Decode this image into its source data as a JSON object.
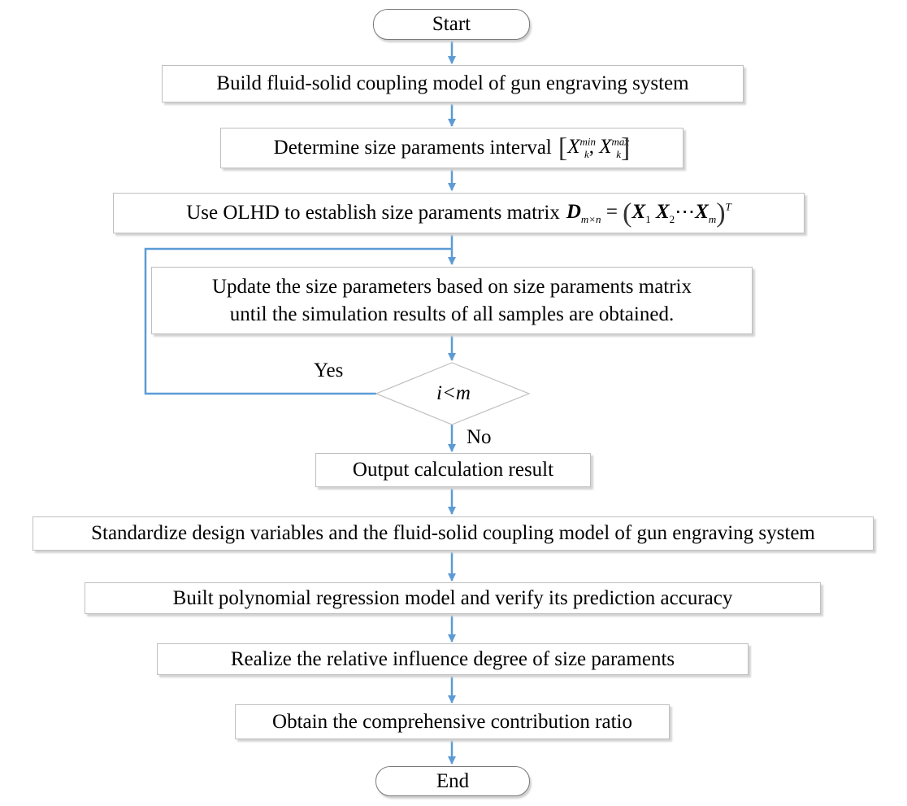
{
  "flowchart": {
    "start": "Start",
    "step1": "Build fluid-solid coupling model of gun engraving system",
    "step2": {
      "text": "Determine size paraments interval",
      "var": "X",
      "sub": "k",
      "sup_min": "min",
      "sup_max": "max"
    },
    "step3": {
      "text": "Use OLHD to establish size paraments matrix",
      "matrix": "D",
      "matrix_sub": "m×n",
      "x1": "1",
      "x2": "2",
      "xm": "m",
      "transpose": "T"
    },
    "step4": {
      "line1": "Update the size parameters based on size paraments matrix",
      "line2": "until the simulation results of all samples are obtained."
    },
    "decision": "i<m",
    "yes_label": "Yes",
    "no_label": "No",
    "step5": "Output calculation result",
    "step6": "Standardize design variables and the fluid-solid coupling model of gun engraving system",
    "step7": "Built  polynomial regression model and verify its prediction accuracy",
    "step8": "Realize the relative influence degree of size paraments",
    "step9": "Obtain the comprehensive contribution ratio",
    "end": "End"
  },
  "colors": {
    "connector": "#5b9bd5",
    "box_border": "#bfbfbf",
    "shadow": "#d4d4d4"
  }
}
